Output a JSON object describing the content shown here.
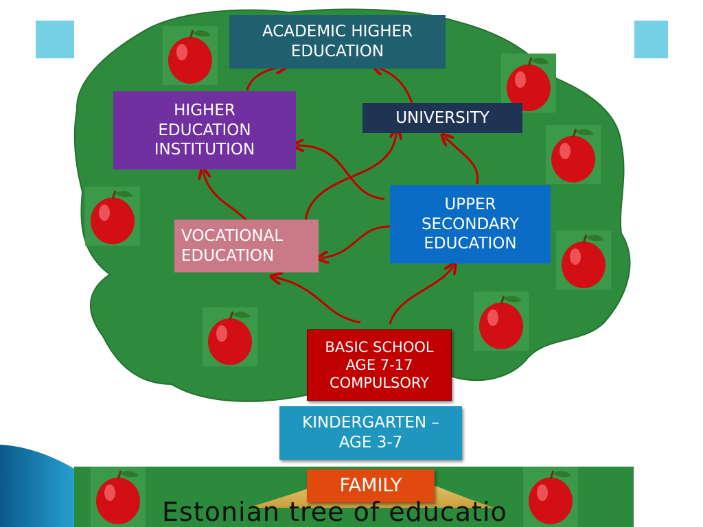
{
  "caption": "Estonian tree of educatio",
  "boxes": {
    "academic": "ACADEMIC HIGHER\nEDUCATION",
    "higher_institution": "HIGHER\nEDUCATION\nINSTITUTION",
    "university": "UNIVERSITY",
    "upper_secondary": "UPPER\nSECONDARY\nEDUCATION",
    "vocational": "VOCATIONAL\nEDUCATION",
    "basic_school": "BASIC SCHOOL\nAGE 7-17\nCOMPULSORY",
    "kindergarten": "KINDERGARTEN –\nAGE 3-7",
    "family": "FAMILY"
  },
  "colors": {
    "tree_green": "#2e8b3e",
    "ground_green": "#2b8a3b",
    "arrow_red": "#c00000",
    "academic_bg": "#1f5f6e",
    "higher_institution_bg": "#7030a0",
    "university_bg": "#1f3455",
    "upper_secondary_bg": "#0a6cc4",
    "vocational_bg": "#c97a86",
    "basic_school_bg": "#c00000",
    "kindergarten_bg": "#1e96c0",
    "family_bg": "#e04a0f",
    "accent_square": "#76d1e6"
  },
  "icons": [
    "apple-icon",
    "swoosh-decoration"
  ]
}
